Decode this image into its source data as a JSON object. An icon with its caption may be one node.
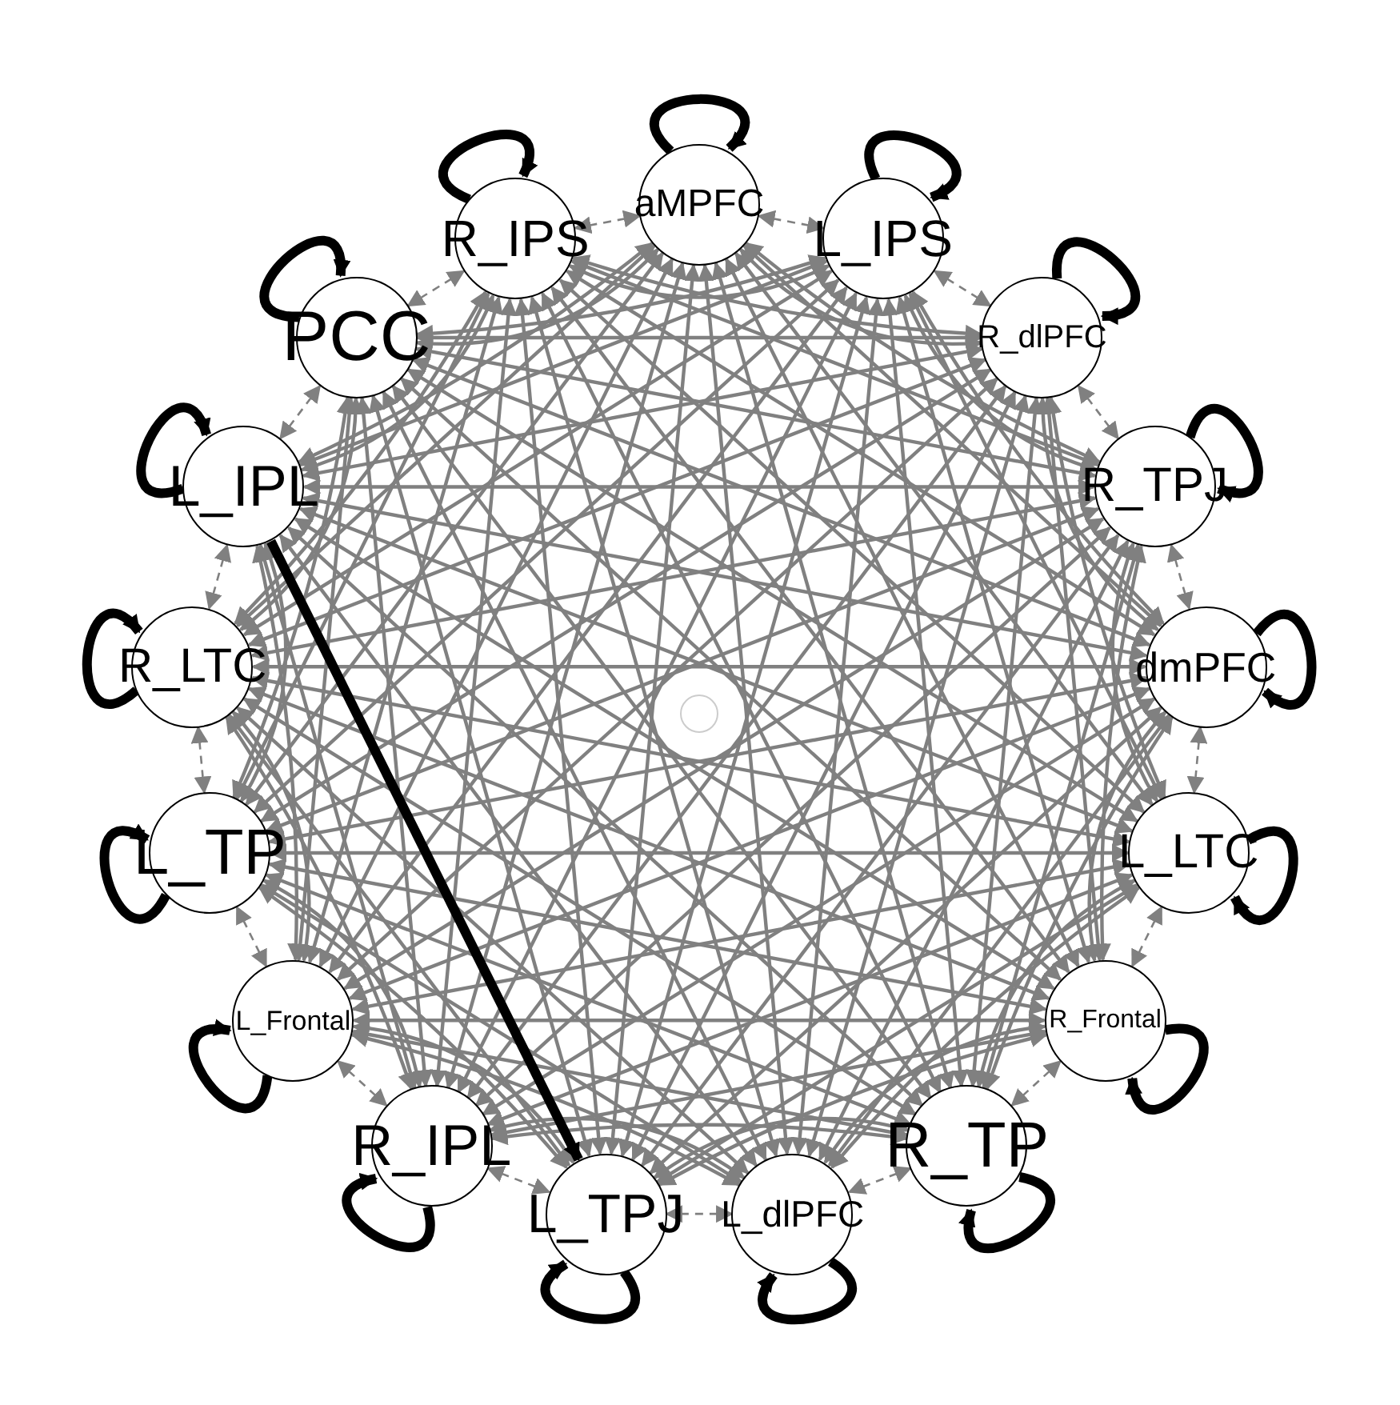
{
  "diagram": {
    "nodes": [
      {
        "text": [
          "aMPFC"
        ]
      },
      {
        "text": [
          "L_IPS"
        ]
      },
      {
        "text": [
          "R_dlPFC"
        ]
      },
      {
        "text": [
          "R_TPJ"
        ]
      },
      {
        "text": [
          "dmPFC"
        ]
      },
      {
        "text": [
          "L_LTC"
        ]
      },
      {
        "text": [
          "R_Frontal"
        ]
      },
      {
        "text": [
          "R_TP"
        ]
      },
      {
        "text": [
          "L_dlPFC"
        ]
      },
      {
        "text": [
          "L_TPJ"
        ]
      },
      {
        "text": [
          "R_IPL"
        ]
      },
      {
        "text": [
          "L_Frontal"
        ]
      },
      {
        "text": [
          "L_TP"
        ]
      },
      {
        "text": [
          "R_LTC"
        ]
      },
      {
        "text": [
          "L_IPL"
        ]
      },
      {
        "text": [
          "PCC"
        ]
      },
      {
        "text": [
          "R_IPS"
        ]
      },
      {
        "text": [],
        "shape": "circle"
      }
    ],
    "edges": [
      {
        "from": 0,
        "to": 1,
        "arrow": "both",
        "style": "dashed"
      },
      {
        "from": 0,
        "to": 2,
        "arrow": "both"
      },
      {
        "from": 0,
        "to": 3,
        "arrow": "both"
      },
      {
        "from": 0,
        "to": 4,
        "arrow": "both"
      },
      {
        "from": 0,
        "to": 5,
        "arrow": "both"
      },
      {
        "from": 0,
        "to": 6,
        "arrow": "both"
      },
      {
        "from": 0,
        "to": 7,
        "arrow": "both"
      },
      {
        "from": 0,
        "to": 8,
        "arrow": "both"
      },
      {
        "from": 0,
        "to": 9,
        "arrow": "both"
      },
      {
        "from": 0,
        "to": 10,
        "arrow": "both"
      },
      {
        "from": 0,
        "to": 11,
        "arrow": "both"
      },
      {
        "from": 0,
        "to": 12,
        "arrow": "both"
      },
      {
        "from": 0,
        "to": 13,
        "arrow": "both"
      },
      {
        "from": 0,
        "to": 14,
        "arrow": "both"
      },
      {
        "from": 0,
        "to": 15,
        "arrow": "both"
      },
      {
        "from": 0,
        "to": 16,
        "arrow": "both",
        "style": "dashed"
      },
      {
        "from": 1,
        "to": 2,
        "arrow": "both",
        "style": "dashed"
      },
      {
        "from": 1,
        "to": 3,
        "arrow": "both"
      },
      {
        "from": 1,
        "to": 4,
        "arrow": "both"
      },
      {
        "from": 1,
        "to": 5,
        "arrow": "both"
      },
      {
        "from": 1,
        "to": 6,
        "arrow": "both"
      },
      {
        "from": 1,
        "to": 7,
        "arrow": "both"
      },
      {
        "from": 1,
        "to": 8,
        "arrow": "both"
      },
      {
        "from": 1,
        "to": 9,
        "arrow": "both"
      },
      {
        "from": 1,
        "to": 10,
        "arrow": "both"
      },
      {
        "from": 1,
        "to": 11,
        "arrow": "both"
      },
      {
        "from": 1,
        "to": 12,
        "arrow": "both"
      },
      {
        "from": 1,
        "to": 13,
        "arrow": "both"
      },
      {
        "from": 1,
        "to": 14,
        "arrow": "both"
      },
      {
        "from": 1,
        "to": 15,
        "arrow": "both"
      },
      {
        "from": 1,
        "to": 16,
        "arrow": "both"
      },
      {
        "from": 2,
        "to": 3,
        "arrow": "both",
        "style": "dashed"
      },
      {
        "from": 2,
        "to": 4,
        "arrow": "both"
      },
      {
        "from": 2,
        "to": 5,
        "arrow": "both"
      },
      {
        "from": 2,
        "to": 6,
        "arrow": "both"
      },
      {
        "from": 2,
        "to": 7,
        "arrow": "both"
      },
      {
        "from": 2,
        "to": 8,
        "arrow": "both"
      },
      {
        "from": 2,
        "to": 9,
        "arrow": "both"
      },
      {
        "from": 2,
        "to": 10,
        "arrow": "both"
      },
      {
        "from": 2,
        "to": 11,
        "arrow": "both"
      },
      {
        "from": 2,
        "to": 12,
        "arrow": "both"
      },
      {
        "from": 2,
        "to": 13,
        "arrow": "both"
      },
      {
        "from": 2,
        "to": 14,
        "arrow": "both"
      },
      {
        "from": 2,
        "to": 15,
        "arrow": "both"
      },
      {
        "from": 2,
        "to": 16,
        "arrow": "both"
      },
      {
        "from": 3,
        "to": 4,
        "arrow": "both",
        "style": "dashed"
      },
      {
        "from": 3,
        "to": 5,
        "arrow": "both"
      },
      {
        "from": 3,
        "to": 6,
        "arrow": "both"
      },
      {
        "from": 3,
        "to": 7,
        "arrow": "both"
      },
      {
        "from": 3,
        "to": 8,
        "arrow": "both"
      },
      {
        "from": 3,
        "to": 9,
        "arrow": "both"
      },
      {
        "from": 3,
        "to": 10,
        "arrow": "both"
      },
      {
        "from": 3,
        "to": 11,
        "arrow": "both"
      },
      {
        "from": 3,
        "to": 12,
        "arrow": "both"
      },
      {
        "from": 3,
        "to": 13,
        "arrow": "both"
      },
      {
        "from": 3,
        "to": 14,
        "arrow": "both"
      },
      {
        "from": 3,
        "to": 15,
        "arrow": "both"
      },
      {
        "from": 3,
        "to": 16,
        "arrow": "both"
      },
      {
        "from": 4,
        "to": 5,
        "arrow": "both",
        "style": "dashed"
      },
      {
        "from": 4,
        "to": 6,
        "arrow": "both"
      },
      {
        "from": 4,
        "to": 7,
        "arrow": "both"
      },
      {
        "from": 4,
        "to": 8,
        "arrow": "both"
      },
      {
        "from": 4,
        "to": 9,
        "arrow": "both"
      },
      {
        "from": 4,
        "to": 10,
        "arrow": "both"
      },
      {
        "from": 4,
        "to": 11,
        "arrow": "both"
      },
      {
        "from": 4,
        "to": 12,
        "arrow": "both"
      },
      {
        "from": 4,
        "to": 13,
        "arrow": "both"
      },
      {
        "from": 4,
        "to": 14,
        "arrow": "both"
      },
      {
        "from": 4,
        "to": 15,
        "arrow": "both"
      },
      {
        "from": 4,
        "to": 16,
        "arrow": "both"
      },
      {
        "from": 5,
        "to": 6,
        "arrow": "both",
        "style": "dashed"
      },
      {
        "from": 5,
        "to": 7,
        "arrow": "both"
      },
      {
        "from": 5,
        "to": 8,
        "arrow": "both"
      },
      {
        "from": 5,
        "to": 9,
        "arrow": "both"
      },
      {
        "from": 5,
        "to": 10,
        "arrow": "both"
      },
      {
        "from": 5,
        "to": 11,
        "arrow": "both"
      },
      {
        "from": 5,
        "to": 12,
        "arrow": "both"
      },
      {
        "from": 5,
        "to": 13,
        "arrow": "both"
      },
      {
        "from": 5,
        "to": 14,
        "arrow": "both"
      },
      {
        "from": 5,
        "to": 15,
        "arrow": "both"
      },
      {
        "from": 5,
        "to": 16,
        "arrow": "both"
      },
      {
        "from": 6,
        "to": 7,
        "arrow": "both",
        "style": "dashed"
      },
      {
        "from": 6,
        "to": 8,
        "arrow": "both"
      },
      {
        "from": 6,
        "to": 9,
        "arrow": "both"
      },
      {
        "from": 6,
        "to": 10,
        "arrow": "both"
      },
      {
        "from": 6,
        "to": 11,
        "arrow": "both"
      },
      {
        "from": 6,
        "to": 12,
        "arrow": "both"
      },
      {
        "from": 6,
        "to": 13,
        "arrow": "both"
      },
      {
        "from": 6,
        "to": 14,
        "arrow": "both"
      },
      {
        "from": 6,
        "to": 15,
        "arrow": "both"
      },
      {
        "from": 6,
        "to": 16,
        "arrow": "both"
      },
      {
        "from": 7,
        "to": 8,
        "arrow": "both",
        "style": "dashed"
      },
      {
        "from": 7,
        "to": 9,
        "arrow": "both"
      },
      {
        "from": 7,
        "to": 10,
        "arrow": "both"
      },
      {
        "from": 7,
        "to": 11,
        "arrow": "both"
      },
      {
        "from": 7,
        "to": 12,
        "arrow": "both"
      },
      {
        "from": 7,
        "to": 13,
        "arrow": "both"
      },
      {
        "from": 7,
        "to": 14,
        "arrow": "both"
      },
      {
        "from": 7,
        "to": 15,
        "arrow": "both"
      },
      {
        "from": 7,
        "to": 16,
        "arrow": "both"
      },
      {
        "from": 8,
        "to": 9,
        "arrow": "both",
        "style": "dashed"
      },
      {
        "from": 8,
        "to": 10,
        "arrow": "both"
      },
      {
        "from": 8,
        "to": 11,
        "arrow": "both"
      },
      {
        "from": 8,
        "to": 12,
        "arrow": "both"
      },
      {
        "from": 8,
        "to": 13,
        "arrow": "both"
      },
      {
        "from": 8,
        "to": 14,
        "arrow": "both"
      },
      {
        "from": 8,
        "to": 15,
        "arrow": "both"
      },
      {
        "from": 8,
        "to": 16,
        "arrow": "both"
      },
      {
        "from": 9,
        "to": 10,
        "arrow": "both",
        "style": "dashed"
      },
      {
        "from": 9,
        "to": 11,
        "arrow": "both"
      },
      {
        "from": 9,
        "to": 12,
        "arrow": "both"
      },
      {
        "from": 9,
        "to": 13,
        "arrow": "both"
      },
      {
        "from": 9,
        "to": 15,
        "arrow": "both"
      },
      {
        "from": 9,
        "to": 16,
        "arrow": "both"
      },
      {
        "from": 10,
        "to": 11,
        "arrow": "both",
        "style": "dashed"
      },
      {
        "from": 10,
        "to": 12,
        "arrow": "both"
      },
      {
        "from": 10,
        "to": 13,
        "arrow": "both"
      },
      {
        "from": 10,
        "to": 14,
        "arrow": "both"
      },
      {
        "from": 10,
        "to": 15,
        "arrow": "both"
      },
      {
        "from": 10,
        "to": 16,
        "arrow": "both"
      },
      {
        "from": 11,
        "to": 12,
        "arrow": "both",
        "style": "dashed"
      },
      {
        "from": 11,
        "to": 13,
        "arrow": "both"
      },
      {
        "from": 11,
        "to": 14,
        "arrow": "both"
      },
      {
        "from": 11,
        "to": 15,
        "arrow": "both"
      },
      {
        "from": 11,
        "to": 16,
        "arrow": "both"
      },
      {
        "from": 12,
        "to": 13,
        "arrow": "both",
        "style": "dashed"
      },
      {
        "from": 12,
        "to": 14,
        "arrow": "both"
      },
      {
        "from": 12,
        "to": 15,
        "arrow": "both"
      },
      {
        "from": 12,
        "to": 16,
        "arrow": "both"
      },
      {
        "from": 13,
        "to": 14,
        "arrow": "both",
        "style": "dashed"
      },
      {
        "from": 13,
        "to": 15,
        "arrow": "both"
      },
      {
        "from": 13,
        "to": 16,
        "arrow": "both"
      },
      {
        "from": 14,
        "to": 15,
        "arrow": "both",
        "style": "dashed"
      },
      {
        "from": 14,
        "to": 16,
        "arrow": "both"
      },
      {
        "from": 15,
        "to": 16,
        "arrow": "both",
        "style": "dashed"
      },
      {
        "from": 14,
        "to": 9,
        "arrow": "to",
        "style": "thick",
        "color": "#000000"
      },
      {
        "from": 0,
        "to": 0,
        "arrow": "to",
        "style": "thick",
        "color": "#000000"
      },
      {
        "from": 1,
        "to": 1,
        "arrow": "to",
        "style": "thick",
        "color": "#000000"
      },
      {
        "from": 2,
        "to": 2,
        "arrow": "to",
        "style": "thick",
        "color": "#000000"
      },
      {
        "from": 3,
        "to": 3,
        "arrow": "to",
        "style": "thick",
        "color": "#000000"
      },
      {
        "from": 4,
        "to": 4,
        "arrow": "to",
        "style": "thick",
        "color": "#000000"
      },
      {
        "from": 5,
        "to": 5,
        "arrow": "to",
        "style": "thick",
        "color": "#000000"
      },
      {
        "from": 6,
        "to": 6,
        "arrow": "to",
        "style": "thick",
        "color": "#000000"
      },
      {
        "from": 7,
        "to": 7,
        "arrow": "to",
        "style": "thick",
        "color": "#000000"
      },
      {
        "from": 8,
        "to": 8,
        "arrow": "to",
        "style": "thick",
        "color": "#000000"
      },
      {
        "from": 9,
        "to": 9,
        "arrow": "to",
        "style": "thick",
        "color": "#000000"
      },
      {
        "from": 10,
        "to": 10,
        "arrow": "to",
        "style": "thick",
        "color": "#000000"
      },
      {
        "from": 11,
        "to": 11,
        "arrow": "to",
        "style": "thick",
        "color": "#000000"
      },
      {
        "from": 12,
        "to": 12,
        "arrow": "to",
        "style": "thick",
        "color": "#000000"
      },
      {
        "from": 13,
        "to": 13,
        "arrow": "to",
        "style": "thick",
        "color": "#000000"
      },
      {
        "from": 14,
        "to": 14,
        "arrow": "to",
        "style": "thick",
        "color": "#000000"
      },
      {
        "from": 15,
        "to": 15,
        "arrow": "to",
        "style": "thick",
        "color": "#000000"
      },
      {
        "from": 16,
        "to": 16,
        "arrow": "to",
        "style": "thick",
        "color": "#000000"
      }
    ]
  }
}
